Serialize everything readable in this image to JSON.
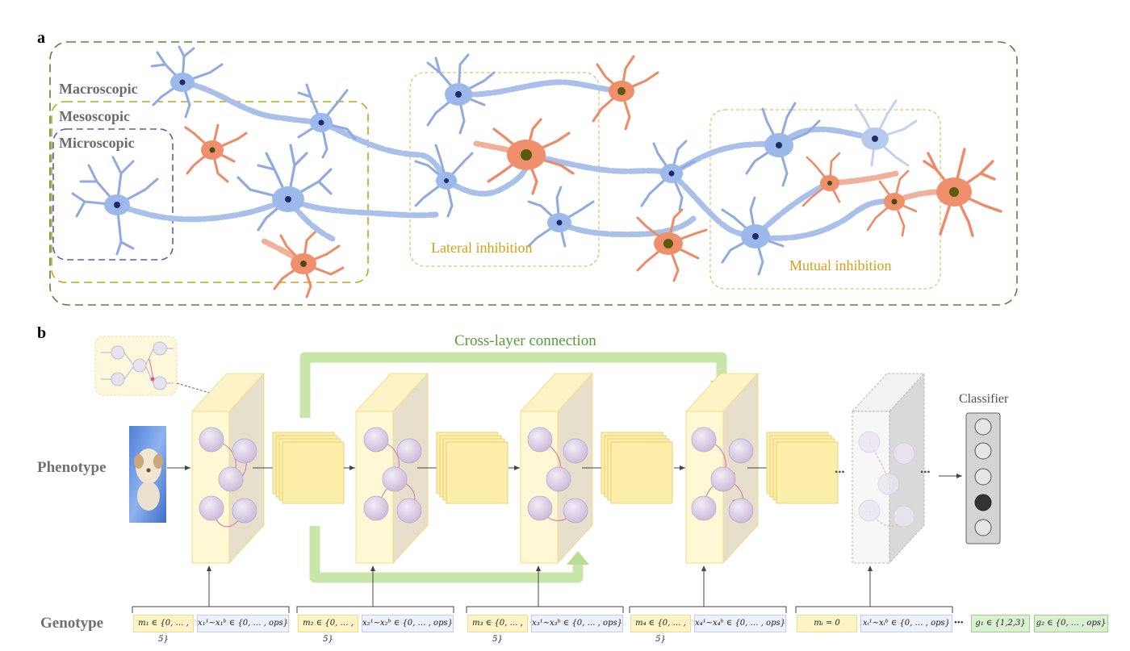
{
  "panel_a": {
    "letter": "a",
    "scales": {
      "macro": "Macroscopic",
      "meso": "Mesoscopic",
      "micro": "Microscopic"
    },
    "lateral": "Lateral inhibition",
    "mutual": "Mutual inhibition"
  },
  "panel_b": {
    "letter": "b",
    "cross_layer": "Cross-layer connection",
    "phenotype": "Phenotype",
    "genotype": "Genotype",
    "classifier": "Classifier",
    "ellipsis": "•••",
    "genes": [
      {
        "m": "m₁ ∈ {0, … , 5}",
        "x": "x₁¹~x₁ᵇ ∈ {0, … , ops}"
      },
      {
        "m": "m₂ ∈ {0, … , 5}",
        "x": "x₂¹~x₂ᵇ ∈ {0, … , ops}"
      },
      {
        "m": "m₃ ∈ {0, … , 5}",
        "x": "x₃¹~x₃ᵇ ∈ {0, … , ops}"
      },
      {
        "m": "m₄ ∈ {0, … , 5}",
        "x": "x₄¹~x₄ᵇ ∈ {0, … , ops}"
      },
      {
        "m": "mᵢ = 0",
        "x": "xᵢ¹~xᵢᵇ ∈ {0, … , ops}"
      }
    ],
    "g1": "g₁ ∈ {1,2,3}",
    "g2": "g₂ ∈ {0, … , ops}"
  },
  "colors": {
    "excitatory": "#a9c1ea",
    "excitatory_dark": "#7e9fd9",
    "inhibitory": "#ee8a66",
    "nucleus": "#1f2a6b",
    "nucleus_inhib": "#5a5a10",
    "macro_border": "#4e8a2e",
    "meso_border": "#c9a21a",
    "micro_border": "#5a5ab8",
    "inhib_box": "#e3c36a",
    "cross_layer": "#c8e6a8",
    "block": "#fff3b3"
  }
}
